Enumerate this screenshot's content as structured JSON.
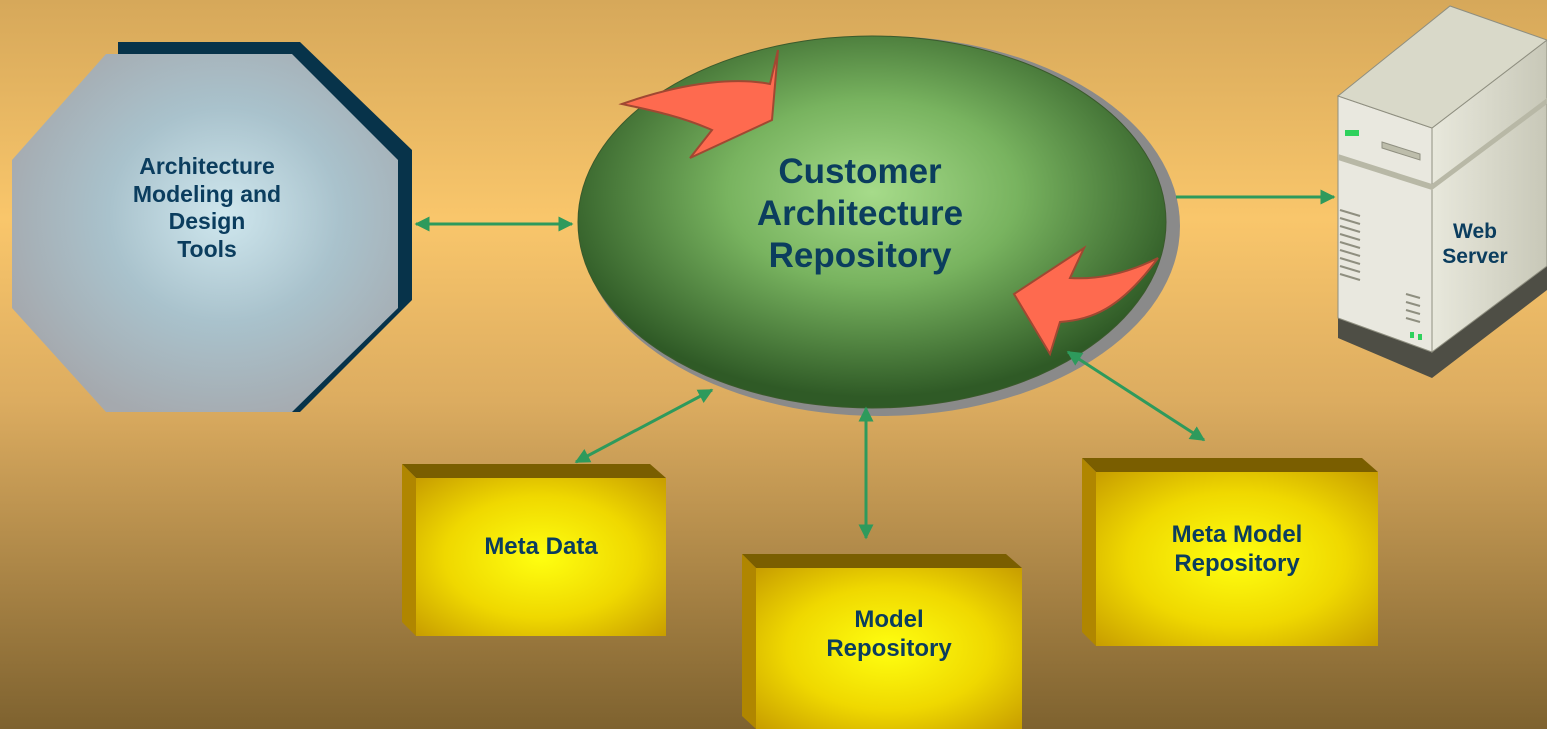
{
  "tools_node": {
    "lines": [
      "Architecture",
      "Modeling and",
      "Design",
      "Tools"
    ]
  },
  "repository_hub": {
    "lines": [
      "Customer",
      "Architecture",
      "Repository"
    ]
  },
  "web_server": {
    "lines": [
      "Web",
      "Server"
    ]
  },
  "meta_data_box": {
    "lines": [
      "Meta Data"
    ]
  },
  "model_repository_box": {
    "lines": [
      "Model",
      "Repository"
    ]
  },
  "meta_model_box": {
    "lines": [
      "Meta Model",
      "Repository"
    ]
  },
  "colors": {
    "background_top": "#d6a85a",
    "background_mid": "#f9c66b",
    "background_bottom": "#7e622f",
    "connector": "#2e9a5c",
    "label_text": "#0b3d5e",
    "hub_dark": "#2f5a26",
    "hub_light": "#a6db8a",
    "cycle_arrow": "#fe6a4f",
    "box_face": "#ffff10",
    "box_edge": "#b79400",
    "octagon_face": "#a7b7c1",
    "octagon_shadow": "#07334a"
  }
}
